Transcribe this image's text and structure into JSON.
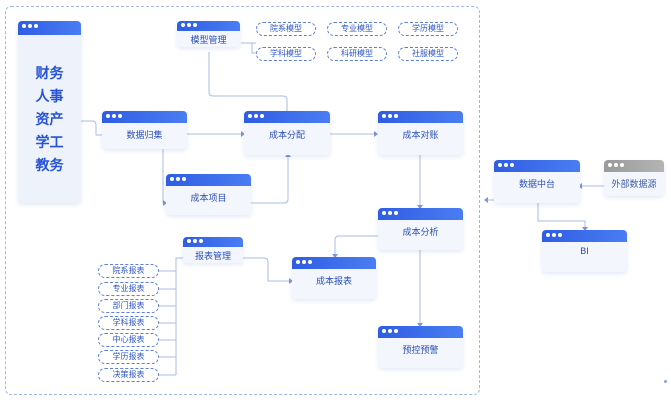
{
  "sources": [
    "财务",
    "人事",
    "资产",
    "学工",
    "教务"
  ],
  "nodes": {
    "model_mgmt": "模型管理",
    "data_collect": "数据归集",
    "cost_alloc": "成本分配",
    "cost_recon": "成本对账",
    "cost_item": "成本项目",
    "cost_analysis": "成本分析",
    "report_mgmt": "报表管理",
    "cost_report": "成本报表",
    "warning": "预控预警",
    "data_center": "数据中台",
    "external": "外部数据源",
    "bi": "BI"
  },
  "models": [
    "院系模型",
    "专业模型",
    "学历模型",
    "学科模型",
    "科研模型",
    "社服模型"
  ],
  "reports": [
    "院系报表",
    "专业报表",
    "部门报表",
    "学科报表",
    "中心报表",
    "学历报表",
    "决策报表"
  ]
}
